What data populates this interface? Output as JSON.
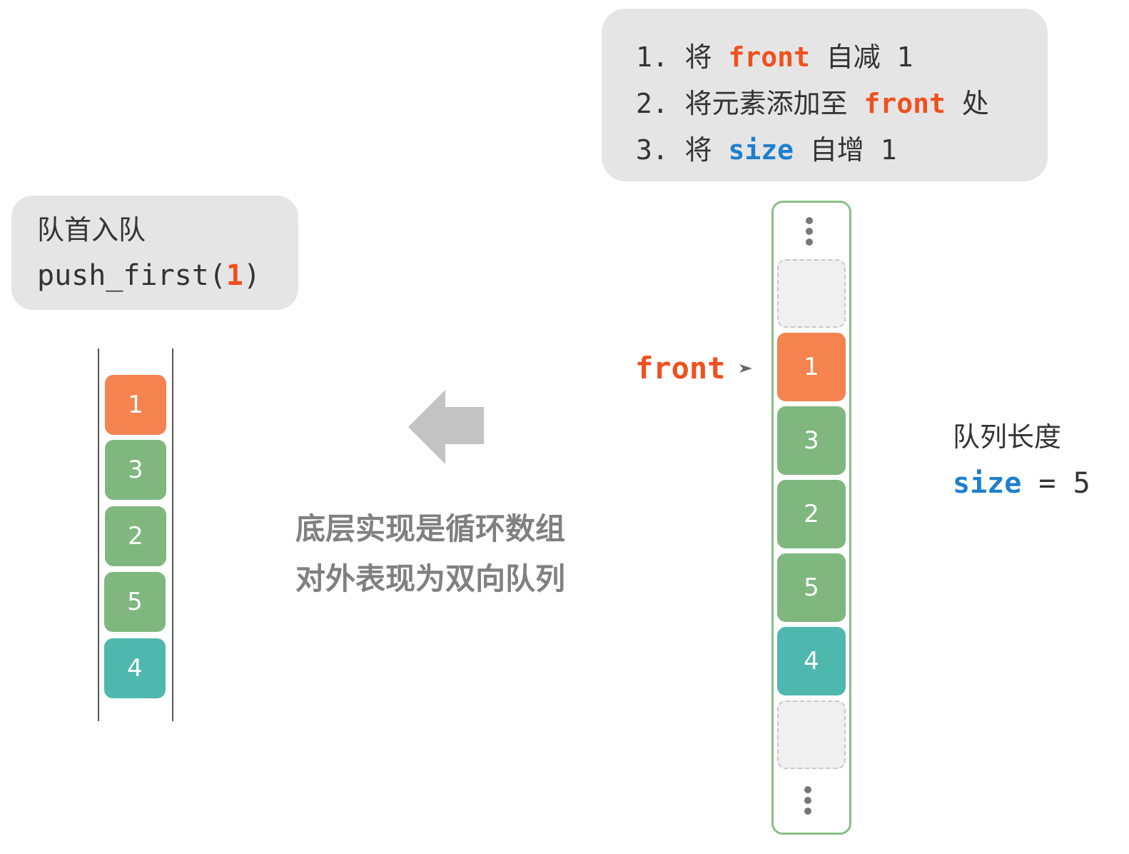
{
  "colors": {
    "accent_orange": "#f0501e",
    "accent_blue": "#1f7fce",
    "cell_front": "#f4834f",
    "cell_green": "#7fb77e",
    "cell_teal": "#4fb8ae",
    "box_bg": "#e5e5e5",
    "array_border": "#88c088"
  },
  "steps": [
    {
      "prefix": "1. 将 ",
      "highlight": "front",
      "highlight_color": "orange",
      "suffix": " 自减 1"
    },
    {
      "prefix": "2. 将元素添加至 ",
      "highlight": "front",
      "highlight_color": "orange",
      "suffix": " 处"
    },
    {
      "prefix": "3. 将 ",
      "highlight": "size",
      "highlight_color": "blue",
      "suffix": " 自增 1"
    }
  ],
  "operation": {
    "title": "队首入队",
    "call_prefix": "push_first(",
    "call_arg": "1",
    "call_suffix": ")"
  },
  "deque_cells": [
    "1",
    "3",
    "2",
    "5",
    "4"
  ],
  "array_cells": [
    "",
    "1",
    "3",
    "2",
    "5",
    "4",
    ""
  ],
  "caption": {
    "line1": "底层实现是循环数组",
    "line2": "对外表现为双向队列"
  },
  "front_label": "front",
  "length_info": {
    "title": "队列长度",
    "key": "size",
    "eq": " = ",
    "value": "5"
  }
}
